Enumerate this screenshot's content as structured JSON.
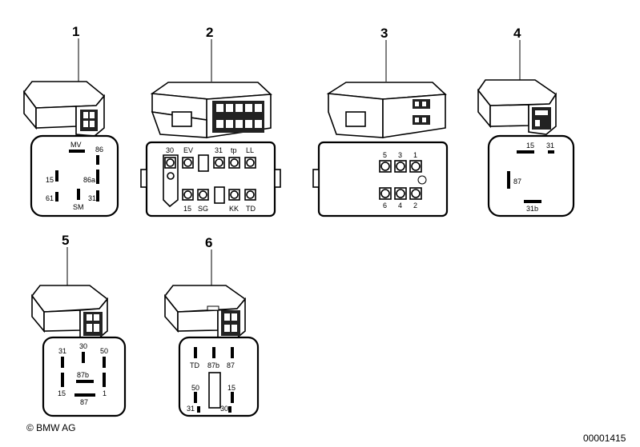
{
  "items": [
    {
      "number": "1",
      "pins": {
        "mv": "MV",
        "p86": "86",
        "p15": "15",
        "p86a": "86a",
        "p61": "61",
        "sm": "SM",
        "p31": "31"
      }
    },
    {
      "number": "2",
      "pins": {
        "p30": "30",
        "ev": "EV",
        "p31": "31",
        "tp": "tp",
        "ll": "LL",
        "p15": "15",
        "sg": "SG",
        "kk": "KK",
        "td": "TD"
      }
    },
    {
      "number": "3",
      "pins": {
        "p5": "5",
        "p3": "3",
        "p1": "1",
        "p6": "6",
        "p4": "4",
        "p2": "2"
      }
    },
    {
      "number": "4",
      "pins": {
        "p15": "15",
        "p31": "31",
        "p87": "87",
        "p31b": "31b"
      }
    },
    {
      "number": "5",
      "pins": {
        "p31": "31",
        "p30": "30",
        "p50": "50",
        "p87b": "87b",
        "p15": "15",
        "p87": "87",
        "p1": "1"
      }
    },
    {
      "number": "6",
      "pins": {
        "td": "TD",
        "p87b": "87b",
        "p87": "87",
        "p50": "50",
        "p15": "15",
        "p31": "31",
        "p30": "30"
      }
    }
  ],
  "footer": {
    "copyright": "© BMW AG",
    "code": "00001415"
  }
}
